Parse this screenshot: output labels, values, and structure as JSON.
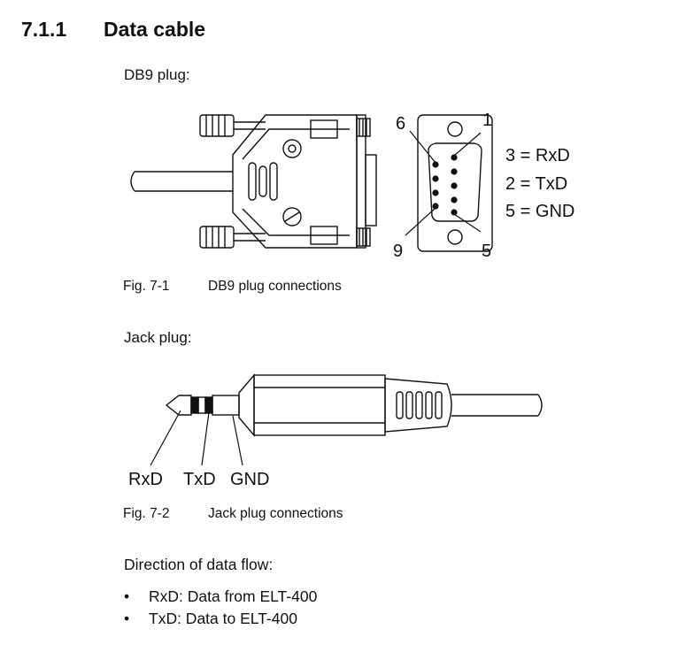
{
  "section": {
    "number": "7.1.1",
    "title": "Data cable"
  },
  "db9": {
    "heading": "DB9 plug:",
    "pin_labels": {
      "top_left": "6",
      "top_right": "1",
      "bottom_left": "9",
      "bottom_right": "5"
    },
    "assignments": [
      "3 = RxD",
      "2 = TxD",
      "5 = GND"
    ],
    "figure": {
      "number": "Fig. 7-1",
      "caption": "DB9 plug connections"
    }
  },
  "jack": {
    "heading": "Jack plug:",
    "labels": [
      "RxD",
      "TxD",
      "GND"
    ],
    "figure": {
      "number": "Fig. 7-2",
      "caption": "Jack plug connections"
    }
  },
  "flow": {
    "heading": "Direction of data flow:",
    "items": [
      "RxD: Data from ELT-400",
      "TxD: Data to ELT-400"
    ]
  },
  "icons": {
    "bullet": "•"
  }
}
